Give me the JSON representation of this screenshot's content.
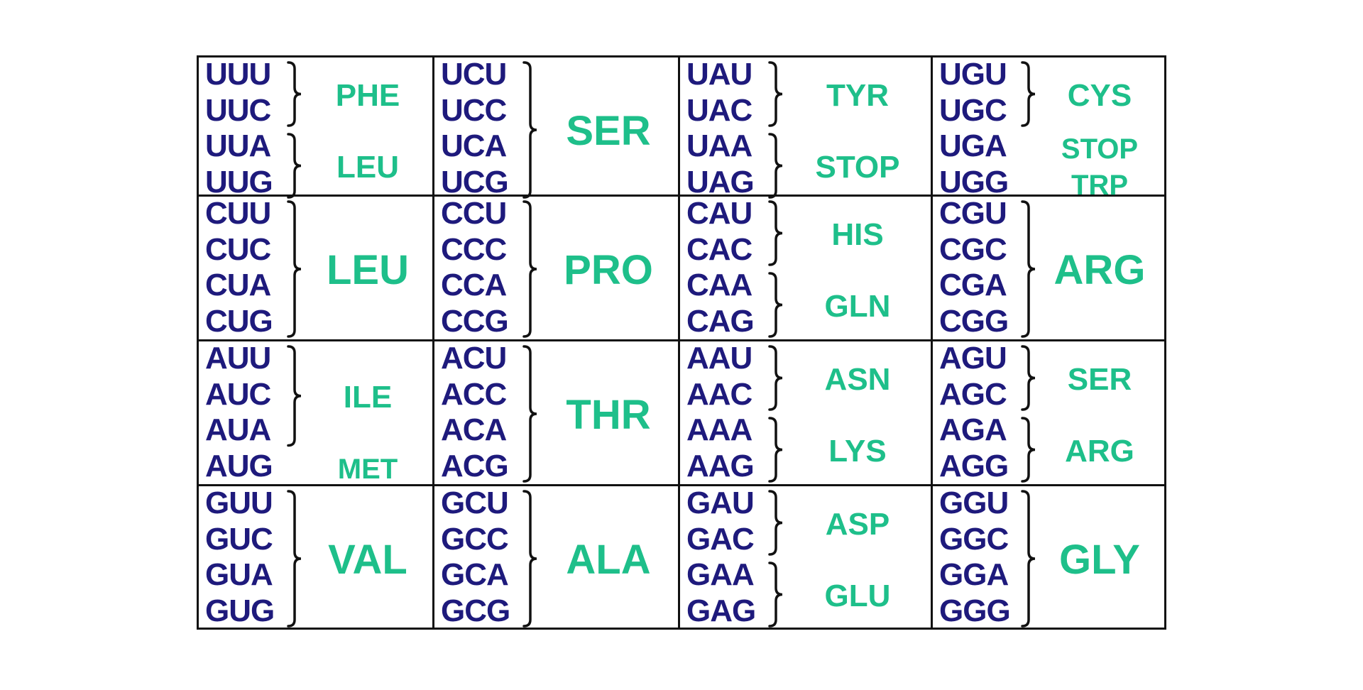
{
  "colors": {
    "codon": "#1e1a7c",
    "amino_acid": "#1ebf8a",
    "grid": "#111111"
  },
  "rows": [
    [
      {
        "codons": [
          "UUU",
          "UUC",
          "UUA",
          "UUG"
        ],
        "groups": [
          {
            "label": "PHE",
            "start": 0,
            "span": 2,
            "brace": true
          },
          {
            "label": "LEU",
            "start": 2,
            "span": 2,
            "brace": true
          }
        ]
      },
      {
        "codons": [
          "UCU",
          "UCC",
          "UCA",
          "UCG"
        ],
        "groups": [
          {
            "label": "SER",
            "start": 0,
            "span": 4,
            "brace": true
          }
        ]
      },
      {
        "codons": [
          "UAU",
          "UAC",
          "UAA",
          "UAG"
        ],
        "groups": [
          {
            "label": "TYR",
            "start": 0,
            "span": 2,
            "brace": true
          },
          {
            "label": "STOP",
            "start": 2,
            "span": 2,
            "brace": true
          }
        ]
      },
      {
        "codons": [
          "UGU",
          "UGC",
          "UGA",
          "UGG"
        ],
        "groups": [
          {
            "label": "CYS",
            "start": 0,
            "span": 2,
            "brace": true
          },
          {
            "label": "STOP",
            "start": 2,
            "span": 1,
            "brace": false
          },
          {
            "label": "TRP",
            "start": 3,
            "span": 1,
            "brace": false
          }
        ]
      }
    ],
    [
      {
        "codons": [
          "CUU",
          "CUC",
          "CUA",
          "CUG"
        ],
        "groups": [
          {
            "label": "LEU",
            "start": 0,
            "span": 4,
            "brace": true
          }
        ]
      },
      {
        "codons": [
          "CCU",
          "CCC",
          "CCA",
          "CCG"
        ],
        "groups": [
          {
            "label": "PRO",
            "start": 0,
            "span": 4,
            "brace": true
          }
        ]
      },
      {
        "codons": [
          "CAU",
          "CAC",
          "CAA",
          "CAG"
        ],
        "groups": [
          {
            "label": "HIS",
            "start": 0,
            "span": 2,
            "brace": true
          },
          {
            "label": "GLN",
            "start": 2,
            "span": 2,
            "brace": true
          }
        ]
      },
      {
        "codons": [
          "CGU",
          "CGC",
          "CGA",
          "CGG"
        ],
        "groups": [
          {
            "label": "ARG",
            "start": 0,
            "span": 4,
            "brace": true
          }
        ]
      }
    ],
    [
      {
        "codons": [
          "AUU",
          "AUC",
          "AUA",
          "AUG"
        ],
        "groups": [
          {
            "label": "ILE",
            "start": 0,
            "span": 3,
            "brace": true
          },
          {
            "label": "MET",
            "start": 3,
            "span": 1,
            "brace": false
          }
        ]
      },
      {
        "codons": [
          "ACU",
          "ACC",
          "ACA",
          "ACG"
        ],
        "groups": [
          {
            "label": "THR",
            "start": 0,
            "span": 4,
            "brace": true
          }
        ]
      },
      {
        "codons": [
          "AAU",
          "AAC",
          "AAA",
          "AAG"
        ],
        "groups": [
          {
            "label": "ASN",
            "start": 0,
            "span": 2,
            "brace": true
          },
          {
            "label": "LYS",
            "start": 2,
            "span": 2,
            "brace": true
          }
        ]
      },
      {
        "codons": [
          "AGU",
          "AGC",
          "AGA",
          "AGG"
        ],
        "groups": [
          {
            "label": "SER",
            "start": 0,
            "span": 2,
            "brace": true
          },
          {
            "label": "ARG",
            "start": 2,
            "span": 2,
            "brace": true
          }
        ]
      }
    ],
    [
      {
        "codons": [
          "GUU",
          "GUC",
          "GUA",
          "GUG"
        ],
        "groups": [
          {
            "label": "VAL",
            "start": 0,
            "span": 4,
            "brace": true
          }
        ]
      },
      {
        "codons": [
          "GCU",
          "GCC",
          "GCA",
          "GCG"
        ],
        "groups": [
          {
            "label": "ALA",
            "start": 0,
            "span": 4,
            "brace": true
          }
        ]
      },
      {
        "codons": [
          "GAU",
          "GAC",
          "GAA",
          "GAG"
        ],
        "groups": [
          {
            "label": "ASP",
            "start": 0,
            "span": 2,
            "brace": true
          },
          {
            "label": "GLU",
            "start": 2,
            "span": 2,
            "brace": true
          }
        ]
      },
      {
        "codons": [
          "GGU",
          "GGC",
          "GGA",
          "GGG"
        ],
        "groups": [
          {
            "label": "GLY",
            "start": 0,
            "span": 4,
            "brace": true
          }
        ]
      }
    ]
  ]
}
